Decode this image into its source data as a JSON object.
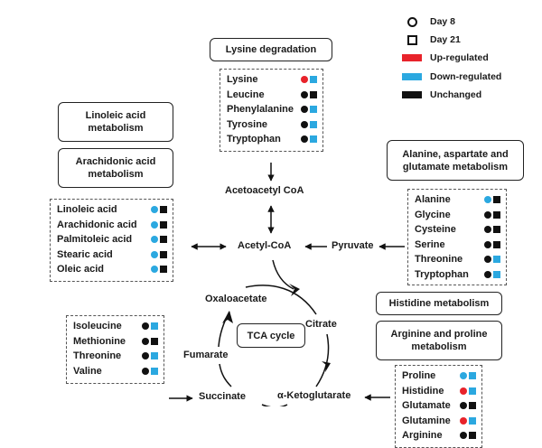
{
  "colors": {
    "up": "#e8232b",
    "down": "#2ba8e0",
    "unchanged": "#111111"
  },
  "legend": {
    "items": [
      {
        "symbol": "circle-outline",
        "label": "Day 8"
      },
      {
        "symbol": "square-outline",
        "label": "Day 21"
      },
      {
        "symbol": "swatch",
        "status": "up",
        "label": "Up-regulated"
      },
      {
        "symbol": "swatch",
        "status": "down",
        "label": "Down-regulated"
      },
      {
        "symbol": "swatch",
        "status": "unchanged",
        "label": "Unchanged"
      }
    ]
  },
  "pathways": {
    "lysine": "Lysine degradation",
    "linoleic": "Linoleic acid metabolism",
    "arachidonic": "Arachidonic acid metabolism",
    "alanine": "Alanine, aspartate and glutamate metabolism",
    "histidine": "Histidine metabolism",
    "arginine": "Arginine and proline metabolism",
    "tca": "TCA cycle"
  },
  "nodes": {
    "acetoacetyl": "Acetoacetyl CoA",
    "acetyl": "Acetyl-CoA",
    "pyruvate": "Pyruvate",
    "oxaloacetate": "Oxaloacetate",
    "citrate": "Citrate",
    "fumarate": "Fumarate",
    "succinate": "Succinate",
    "ketoglutarate": "α-Ketoglutarate"
  },
  "groups": {
    "lysine_group": [
      {
        "name": "Lysine",
        "day8": "up",
        "day21": "down"
      },
      {
        "name": "Leucine",
        "day8": "unchanged",
        "day21": "unchanged"
      },
      {
        "name": "Phenylalanine",
        "day8": "unchanged",
        "day21": "down"
      },
      {
        "name": "Tyrosine",
        "day8": "unchanged",
        "day21": "down"
      },
      {
        "name": "Tryptophan",
        "day8": "unchanged",
        "day21": "down"
      }
    ],
    "fatty_acid_group": [
      {
        "name": "Linoleic acid",
        "day8": "down",
        "day21": "unchanged"
      },
      {
        "name": "Arachidonic acid",
        "day8": "down",
        "day21": "unchanged"
      },
      {
        "name": "Palmitoleic acid",
        "day8": "down",
        "day21": "unchanged"
      },
      {
        "name": "Stearic acid",
        "day8": "down",
        "day21": "unchanged"
      },
      {
        "name": "Oleic acid",
        "day8": "down",
        "day21": "unchanged"
      }
    ],
    "alanine_group": [
      {
        "name": "Alanine",
        "day8": "down",
        "day21": "unchanged"
      },
      {
        "name": "Glycine",
        "day8": "unchanged",
        "day21": "unchanged"
      },
      {
        "name": "Cysteine",
        "day8": "unchanged",
        "day21": "unchanged"
      },
      {
        "name": "Serine",
        "day8": "unchanged",
        "day21": "unchanged"
      },
      {
        "name": "Threonine",
        "day8": "unchanged",
        "day21": "down"
      },
      {
        "name": "Tryptophan",
        "day8": "unchanged",
        "day21": "down"
      }
    ],
    "succinate_group": [
      {
        "name": "Isoleucine",
        "day8": "unchanged",
        "day21": "down"
      },
      {
        "name": "Methionine",
        "day8": "unchanged",
        "day21": "unchanged"
      },
      {
        "name": "Threonine",
        "day8": "unchanged",
        "day21": "down"
      },
      {
        "name": "Valine",
        "day8": "unchanged",
        "day21": "down"
      }
    ],
    "arginine_group": [
      {
        "name": "Proline",
        "day8": "down",
        "day21": "down"
      },
      {
        "name": "Histidine",
        "day8": "up",
        "day21": "down"
      },
      {
        "name": "Glutamate",
        "day8": "unchanged",
        "day21": "unchanged"
      },
      {
        "name": "Glutamine",
        "day8": "up",
        "day21": "down"
      },
      {
        "name": "Arginine",
        "day8": "unchanged",
        "day21": "unchanged"
      }
    ]
  }
}
